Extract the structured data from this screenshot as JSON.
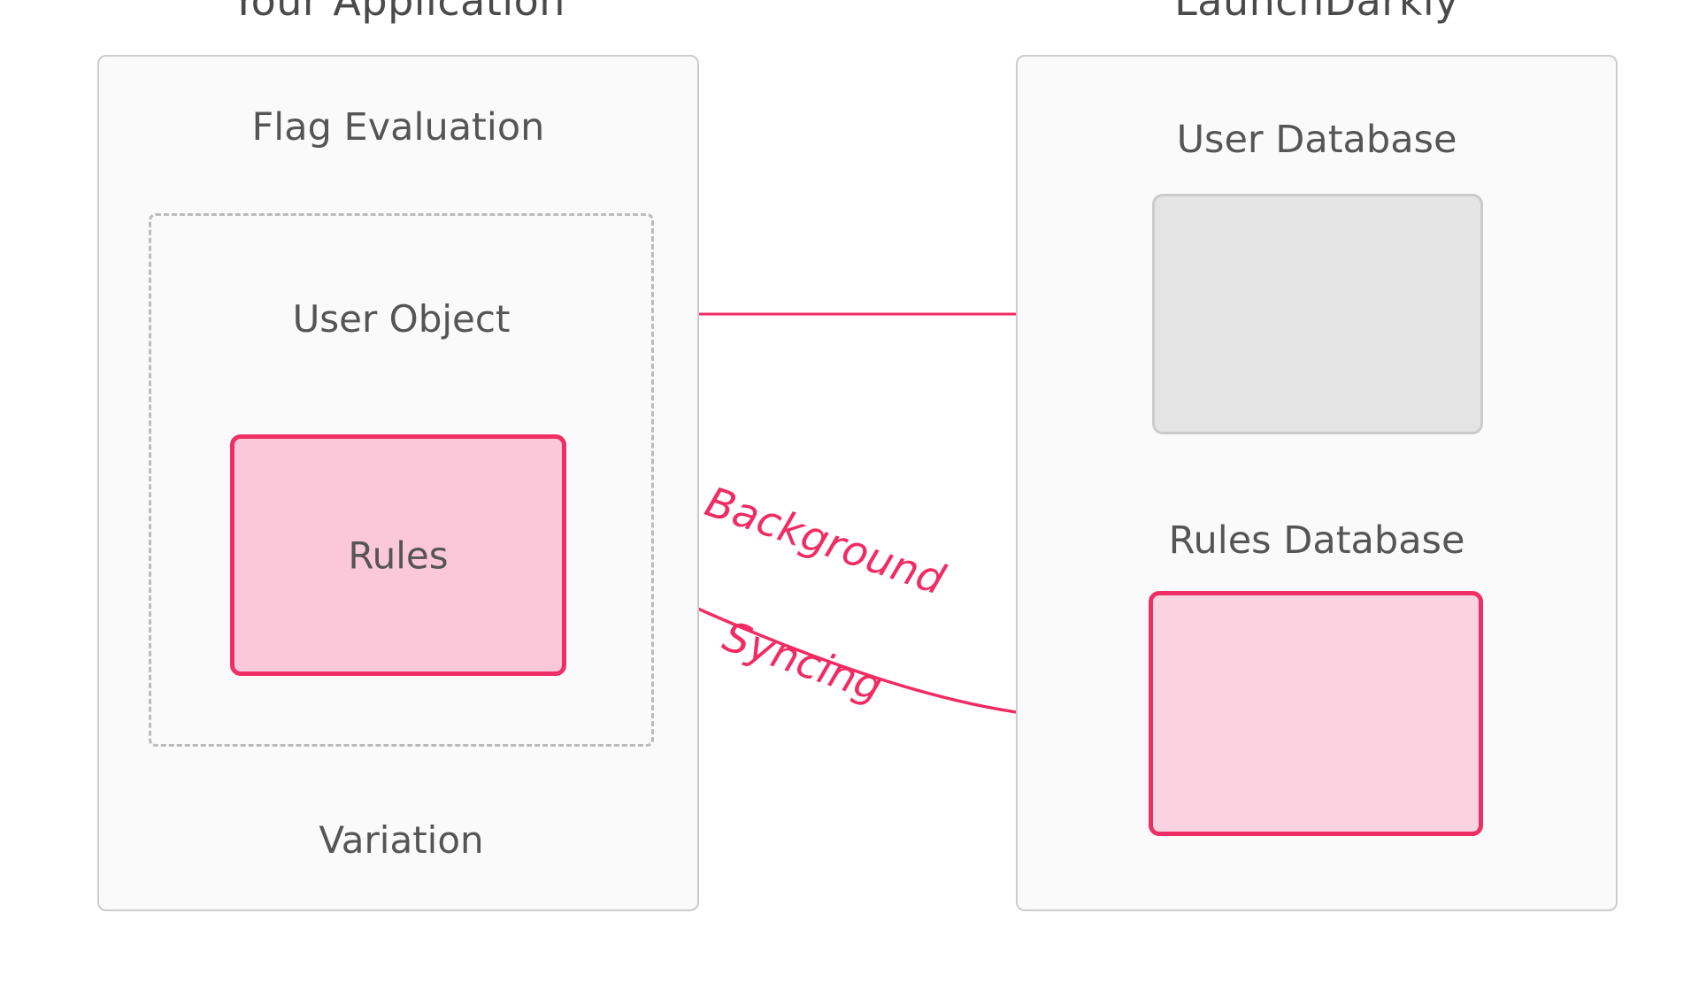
{
  "diagram": {
    "type": "architecture-flow",
    "background_color": "#FFFFFF",
    "accent_color": "#EE2F66",
    "panel_fill": "#FAFAFA",
    "panel_border": "#CCCCCC",
    "panels": [
      {
        "id": "your-application",
        "title": "Your Application",
        "heading": "Flag Evaluation",
        "inner_labels": [
          "User Object",
          "Variation"
        ],
        "box": {
          "label": "Rules",
          "fill": "#FBC8DA",
          "stroke": "#EE2F66"
        }
      },
      {
        "id": "launchdarkly",
        "title": "LaunchDarkly",
        "sections": [
          {
            "heading": "User Database",
            "fill": "#E4E4E4",
            "stroke": "#CBCBCB"
          },
          {
            "heading": "Rules Database",
            "fill": "#FBD3E0",
            "stroke": "#EE2F66"
          }
        ]
      }
    ],
    "connectors": [
      {
        "id": "user-object-to-user-db",
        "label": "",
        "from": "User Object",
        "to": "User Database",
        "direction": "right",
        "style": "solid",
        "color": "#EE2F66"
      },
      {
        "id": "rules-db-to-rules",
        "label": "Background Syncing",
        "label_line_1": "Background",
        "label_line_2": "Syncing",
        "from": "Rules Database",
        "to": "Rules",
        "direction": "left",
        "style": "curved",
        "color": "#F12B64"
      },
      {
        "id": "flag-eval-flow",
        "label": "",
        "from": "Flag Evaluation",
        "to": "Variation",
        "direction": "down",
        "style": "dashed",
        "color": "#F8356F"
      }
    ]
  }
}
